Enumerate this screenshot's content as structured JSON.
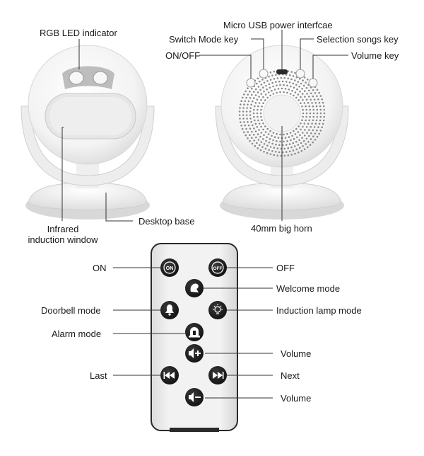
{
  "labels": {
    "rgb_led": "RGB LED indicator",
    "infrared_line1": "Infrared",
    "infrared_line2": "induction window",
    "desktop_base": "Desktop base",
    "micro_usb": "Micro USB power interfcae",
    "switch_mode": "Switch Mode key",
    "on_off": "ON/OFF",
    "selection_songs": "Selection songs key",
    "volume_key": "Volume key",
    "horn": "40mm big horn"
  },
  "remote": {
    "on": "ON",
    "off": "OFF",
    "welcome": "Welcome mode",
    "doorbell": "Doorbell mode",
    "induction_lamp": "Induction lamp mode",
    "alarm": "Alarm mode",
    "volume_up": "Volume",
    "last": "Last",
    "next": "Next",
    "volume_down": "Volume",
    "btn_on_text": "ON",
    "btn_off_text": "OFF"
  },
  "colors": {
    "device_body": "#f4f4f4",
    "remote_body": "#eeeeee",
    "remote_border": "#2a2a2a",
    "button": "#1c1c1c",
    "line": "#333333"
  }
}
